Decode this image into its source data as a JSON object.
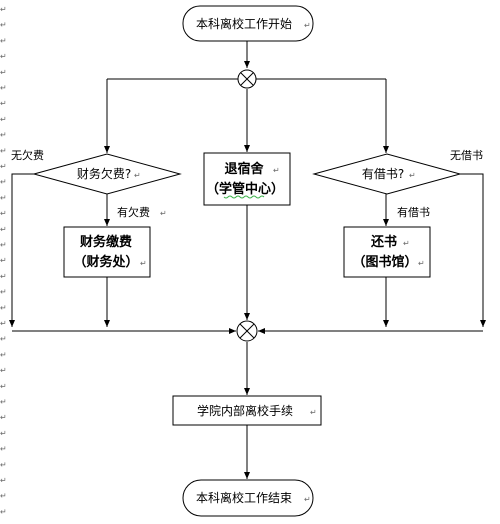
{
  "flow": {
    "start": "本科离校工作开始",
    "finance_check": "财务欠费?",
    "no_debt": "无欠费",
    "has_debt": "有欠费",
    "finance_pay_line1": "财务缴费",
    "finance_pay_line2": "（财务处）",
    "checkout_line1": "退宿舍",
    "checkout_line2": "（学管中心）",
    "book_check": "有借书?",
    "no_book": "无借书",
    "has_book": "有借书",
    "return_line1": "还书",
    "return_line2": "（图书馆）",
    "procedures": "学院内部离校手续",
    "end": "本科离校工作结束"
  },
  "editor": {
    "paragraph_mark": "↵"
  }
}
